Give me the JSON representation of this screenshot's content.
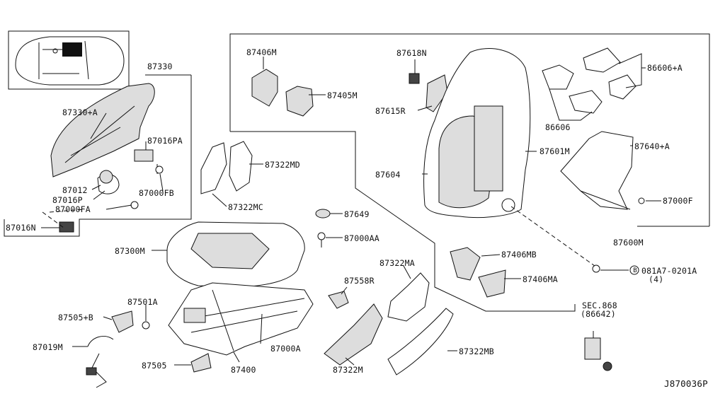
{
  "labels": {
    "p87330": "87330",
    "p87330a": "87330+A",
    "p87016pa": "87016PA",
    "p87012": "87012",
    "p87000fb": "87000FB",
    "p87016p": "87016P",
    "p87000fa": "87000FA",
    "p87016n": "87016N",
    "p87406m": "87406M",
    "p87405m": "87405M",
    "p87618n": "87618N",
    "p87615r": "87615R",
    "p86606a": "86606+A",
    "p86606": "86606",
    "p87601m": "87601M",
    "p87640a": "87640+A",
    "p87604": "87604",
    "p87000f": "87000F",
    "p87600m": "87600M",
    "p87322md": "87322MD",
    "p87322mc": "87322MC",
    "p87649": "87649",
    "p87000aa": "87000AA",
    "p87300m": "87300M",
    "p87406mb": "87406MB",
    "p87406ma": "87406MA",
    "p081a7": "081A7-0201A",
    "p081a7qty": "(4)",
    "bolt_mark": "B",
    "p87322ma": "87322MA",
    "p87558r": "87558R",
    "p87501a": "87501A",
    "p87505b": "87505+B",
    "p87019m": "87019M",
    "p87000a": "87000A",
    "p87505": "87505",
    "p87400": "87400",
    "p87322m": "87322M",
    "p87322mb": "87322MB",
    "sec868": "SEC.868",
    "sec868ref": "(86642)",
    "diagram_id": "J870036P"
  }
}
